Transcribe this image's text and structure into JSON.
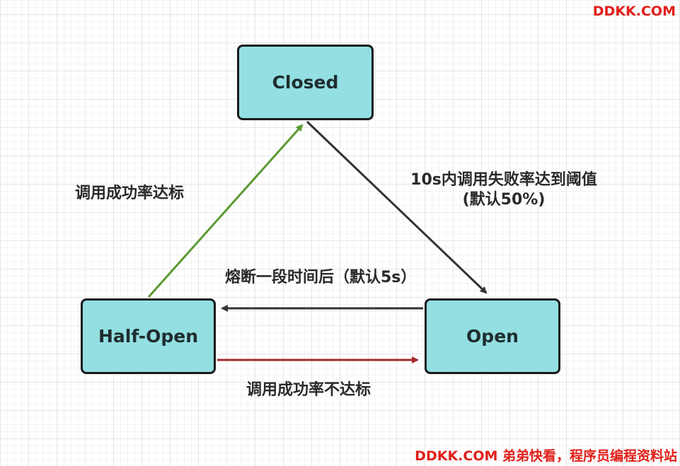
{
  "diagram": {
    "states": {
      "closed": "Closed",
      "half_open": "Half-Open",
      "open": "Open"
    },
    "transitions": {
      "success_rate_met": "调用成功率达标",
      "failure_rate_line1": "10s内调用失败率达到阈值",
      "failure_rate_line2": "(默认50%)",
      "after_break": "熔断一段时间后（默认5s）",
      "success_rate_not_met": "调用成功率不达标"
    },
    "colors": {
      "state_fill": "#93dfe2",
      "green_arrow": "#5b9a32",
      "dark_arrow": "#333333",
      "red_arrow": "#a52a2a"
    }
  },
  "watermark": {
    "top": "DDKK.COM",
    "bottom": "DDKK.COM 弟弟快看，程序员编程资料站"
  }
}
